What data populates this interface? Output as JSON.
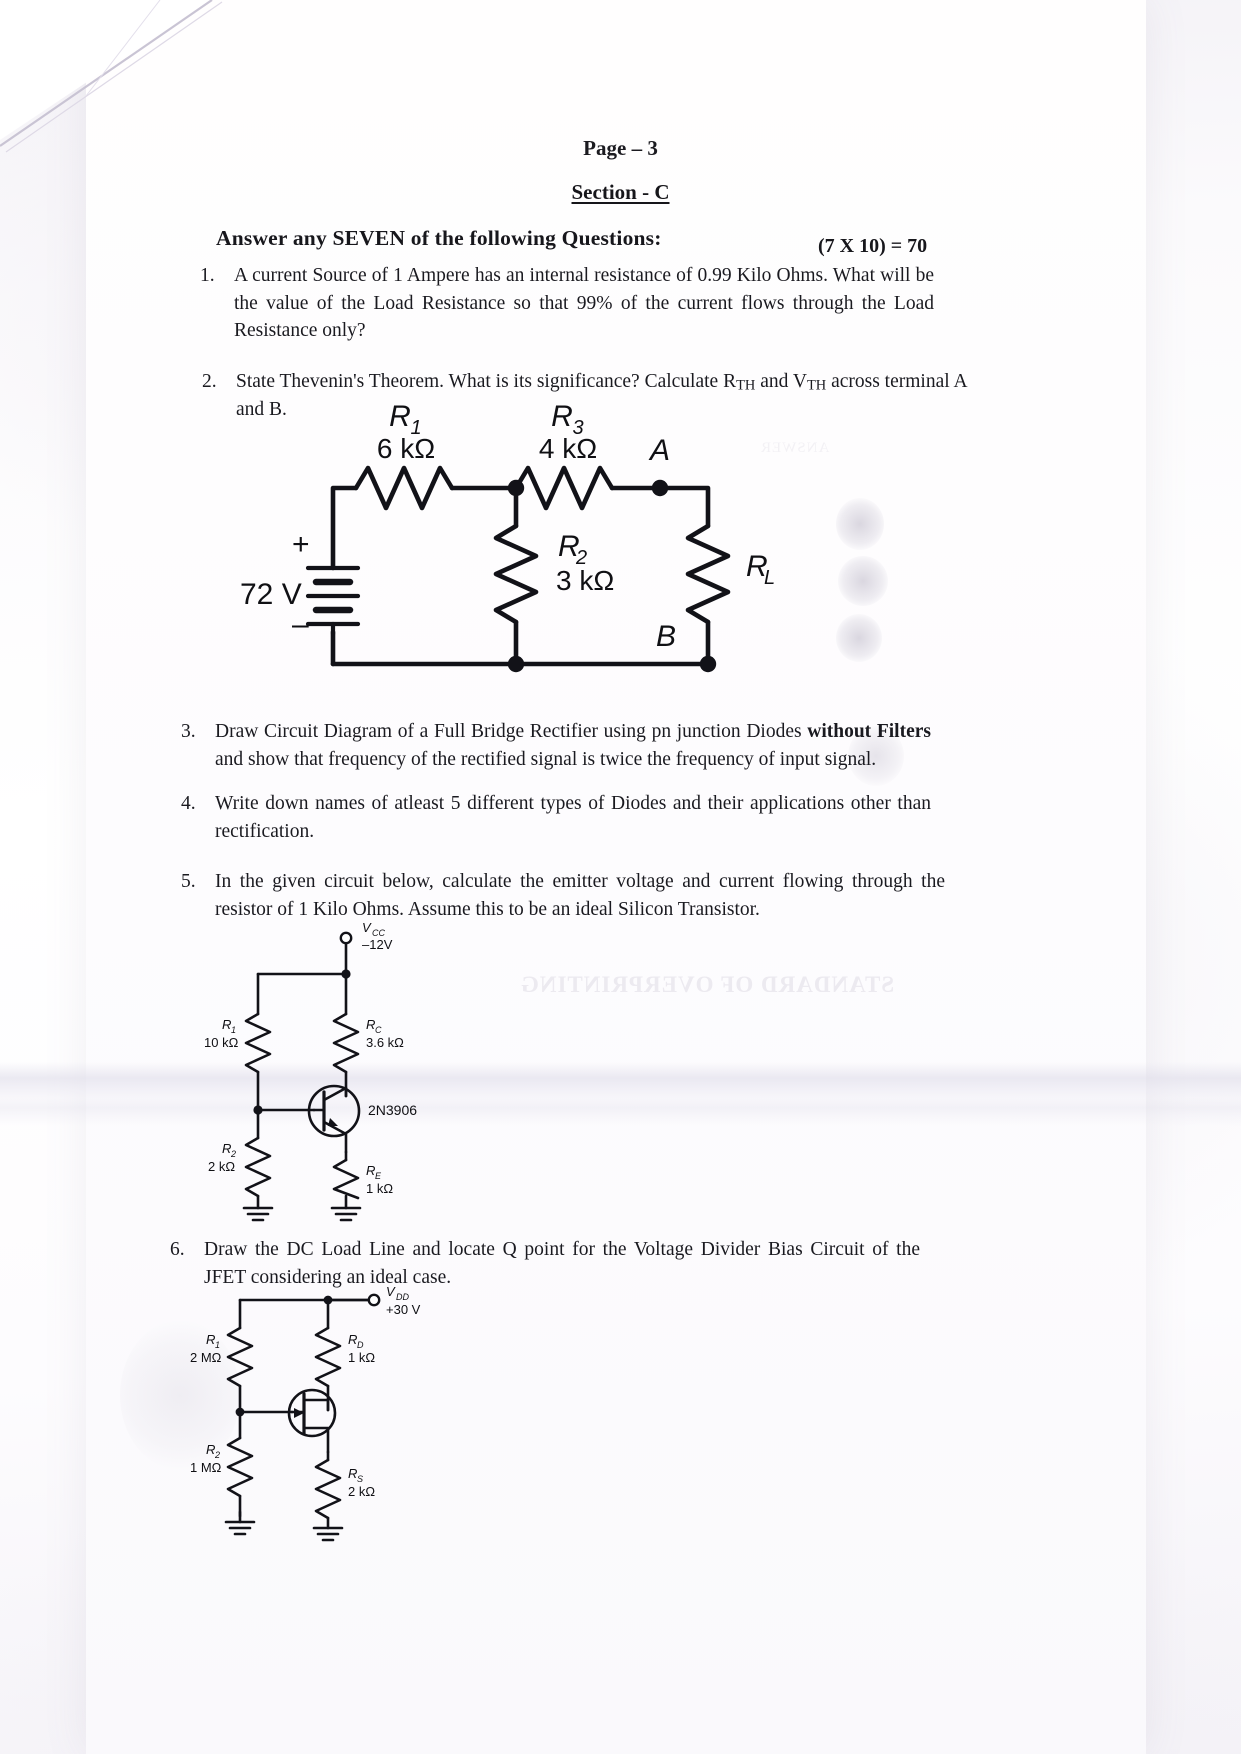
{
  "header": {
    "page_label": "Page – 3",
    "section_title": "Section - C",
    "instruction": "Answer any SEVEN of the following Questions:",
    "marks": "(7 X 10) = 70"
  },
  "questions": [
    {
      "number": "1.",
      "text": "A current Source of 1 Ampere has an internal resistance of 0.99 Kilo Ohms. What will be the value of the Load Resistance so that 99% of the current flows through the Load Resistance only?"
    },
    {
      "number": "2.",
      "text": "State Thevenin's Theorem. What is its significance? Calculate RTH and VTH across terminal A and B."
    },
    {
      "number": "3.",
      "text_before_bold": "Draw Circuit Diagram of a Full Bridge Rectifier using pn junction Diodes ",
      "bold": "without Filters",
      "text_after_bold": " and show that frequency of the rectified signal is twice the frequency of input signal."
    },
    {
      "number": "4.",
      "text": "Write down names of atleast 5 different types of Diodes and their applications other than rectification."
    },
    {
      "number": "5.",
      "text": "In the given circuit below, calculate the emitter voltage and current flowing through the resistor of 1 Kilo Ohms. Assume this to be an ideal Silicon Transistor."
    },
    {
      "number": "6.",
      "text": "Draw the DC Load Line and locate Q point for the Voltage Divider Bias Circuit of the JFET considering an ideal case."
    }
  ],
  "q2_text_parts": {
    "a": "State Thevenin's Theorem. What is its significance? Calculate R",
    "sub1": "TH",
    "b": " and V",
    "sub2": "TH",
    "c": " across terminal A and B."
  },
  "circuit_thevenin": {
    "source_label": "72 V",
    "plus": "+",
    "minus": "–",
    "r1_name": "R",
    "r1_sub": "1",
    "r1_value": "6 kΩ",
    "r2_name": "R",
    "r2_sub": "2",
    "r2_value": "3 kΩ",
    "r3_name": "R",
    "r3_sub": "3",
    "r3_value": "4 kΩ",
    "rl_name": "R",
    "rl_sub": "L",
    "node_a": "A",
    "node_b": "B"
  },
  "circuit_bjt": {
    "vcc_name": "V",
    "vcc_sub": "CC",
    "vcc_value": "–12V",
    "r1_name": "R",
    "r1_sub": "1",
    "r1_value": "10 kΩ",
    "rc_name": "R",
    "rc_sub": "C",
    "rc_value": "3.6 kΩ",
    "r2_name": "R",
    "r2_sub": "2",
    "r2_value": "2 kΩ",
    "re_name": "R",
    "re_sub": "E",
    "re_value": "1 kΩ",
    "transistor": "2N3906"
  },
  "circuit_jfet": {
    "vdd_name": "V",
    "vdd_sub": "DD",
    "vdd_value": "+30 V",
    "r1_name": "R",
    "r1_sub": "1",
    "r1_value": "2 MΩ",
    "rd_name": "R",
    "rd_sub": "D",
    "rd_value": "1 kΩ",
    "r2_name": "R",
    "r2_sub": "2",
    "r2_value": "1 MΩ",
    "rs_name": "R",
    "rs_sub": "S",
    "rs_value": "2 kΩ"
  },
  "ghost_text": {
    "g1": "STANDARD OF OVERPRINTING",
    "g2": "ANSWER"
  },
  "colors": {
    "ink": "#1a1a20",
    "paper": "#ffffff",
    "scan_tint": "#f2f0f6"
  }
}
